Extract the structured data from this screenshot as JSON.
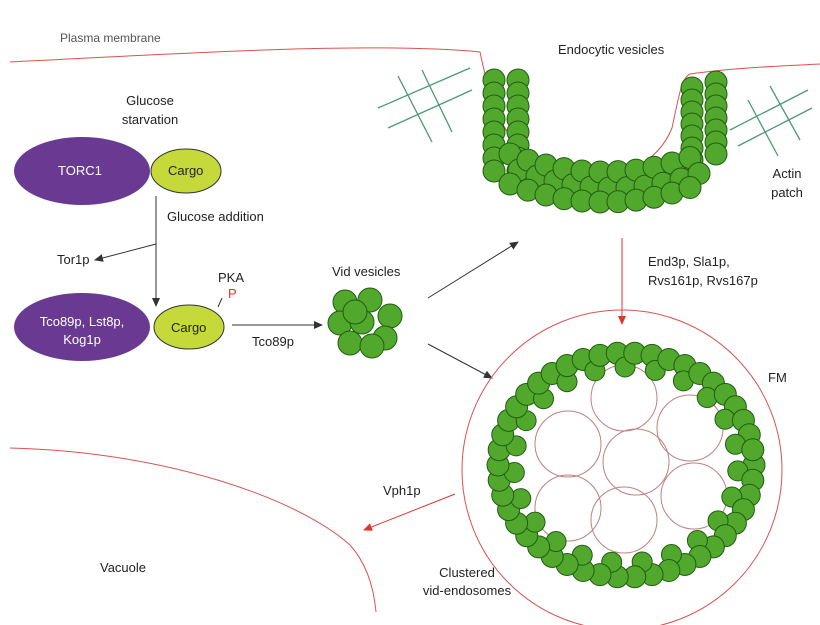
{
  "labels": {
    "plasma_membrane": "Plasma membrane",
    "endocytic_vesicles": "Endocytic vesicles",
    "glucose_starvation_1": "Glucose",
    "glucose_starvation_2": "starvation",
    "torc1": "TORC1",
    "cargo_top": "Cargo",
    "glucose_addition": "Glucose addition",
    "tor1p": "Tor1p",
    "pka": "PKA",
    "p_mark": "P",
    "complex_line1": "Tco89p, Lst8p,",
    "complex_line2": "Kog1p",
    "cargo_bottom": "Cargo",
    "tco89p": "Tco89p",
    "vid_vesicles": "Vid vesicles",
    "actin_patch_1": "Actin",
    "actin_patch_2": "patch",
    "end3p_line1": "End3p, Sla1p,",
    "end3p_line2": "Rvs161p, Rvs167p",
    "fm": "FM",
    "vph1p": "Vph1p",
    "vacuole": "Vacuole",
    "clustered_1": "Clustered",
    "clustered_2": "vid-endosomes"
  },
  "colors": {
    "torc1_fill": "#6a3a93",
    "cargo_fill": "#c5d93a",
    "vesicle_fill": "#52a82c",
    "vesicle_stroke": "#1f5e12",
    "membrane": "#d9534f",
    "actin": "#4a9a72",
    "arrow_black": "#333333",
    "arrow_red": "#e0342c",
    "p_red": "#e0342c"
  }
}
